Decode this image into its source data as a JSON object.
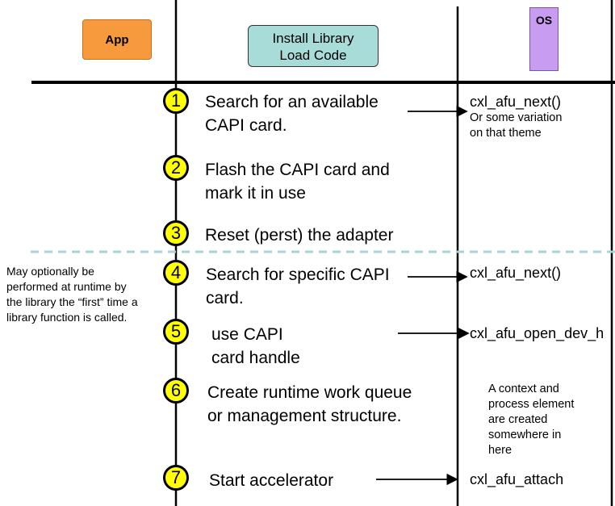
{
  "header": {
    "app_label": "App",
    "library_label": "Install Library\nLoad Code",
    "os_label": "OS"
  },
  "steps": [
    {
      "number": "1",
      "text": "Search for an available\nCAPI card."
    },
    {
      "number": "2",
      "text": "Flash the CAPI card and\nmark it in use"
    },
    {
      "number": "3",
      "text": "Reset (perst) the adapter"
    },
    {
      "number": "4",
      "text": "Search for specific CAPI\ncard."
    },
    {
      "number": "5",
      "text": "use CAPI\ncard handle"
    },
    {
      "number": "6",
      "text": "Create runtime work queue\nor management structure."
    },
    {
      "number": "7",
      "text": "Start accelerator"
    }
  ],
  "os_calls": {
    "step1_call": "cxl_afu_next()",
    "step1_note": "Or some variation\non that theme",
    "step4_call": "cxl_afu_next()",
    "step5_call": "cxl_afu_open_dev_h",
    "step7_call": "cxl_afu_attach"
  },
  "notes": {
    "runtime_note": "May optionally be\nperformed at runtime by\nthe library the “first” time a\nlibrary function is called.",
    "context_note": "A context and\nprocess element\nare created\nsomewhere in\nhere"
  },
  "colors": {
    "app": "#f79a3e",
    "library": "#a8dcd8",
    "os": "#c89cf0",
    "step_circle": "#ffff00",
    "separator_dashed": "#a9d3d6"
  }
}
